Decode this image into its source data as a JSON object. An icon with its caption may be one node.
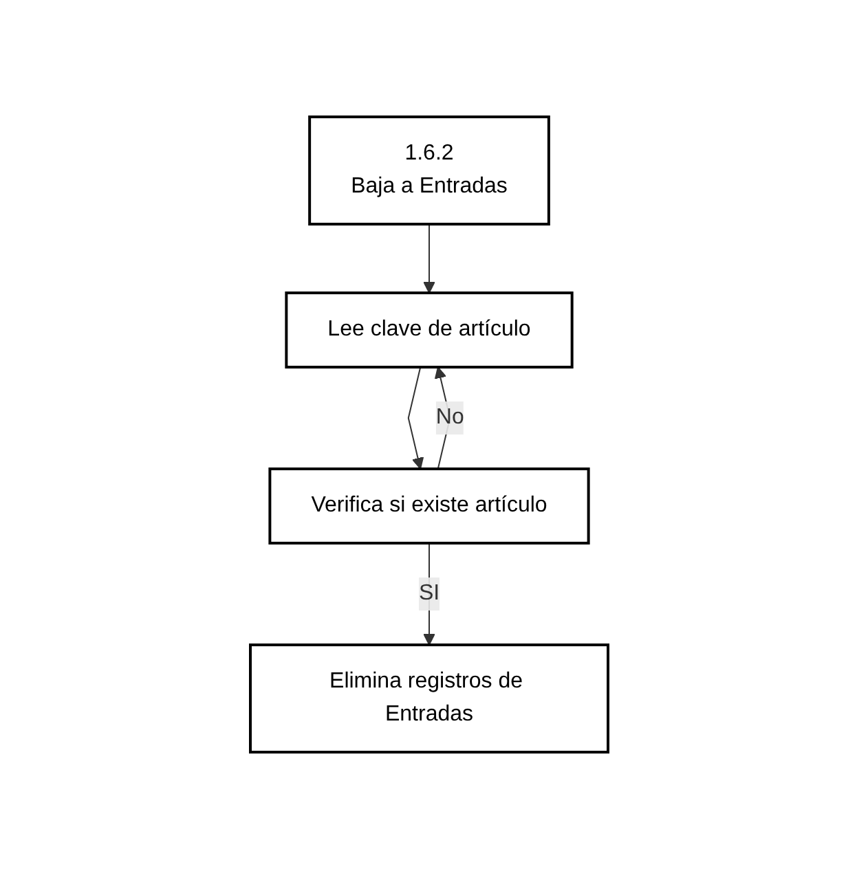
{
  "diagram": {
    "nodes": [
      {
        "text": [
          "1.6.2",
          "Baja a Entradas"
        ]
      },
      {
        "text": [
          "Lee clave de artículo"
        ]
      },
      {
        "text": [
          "Verifica si existe artículo"
        ]
      },
      {
        "text": [
          "Elimina registros de Entradas"
        ]
      }
    ],
    "edges": [
      {
        "from": 0,
        "to": 1,
        "arrow": "to"
      },
      {
        "from": 1,
        "to": 2,
        "arrow": "to"
      },
      {
        "from": 2,
        "to": 1,
        "arrow": "to",
        "label": "No"
      },
      {
        "from": 2,
        "to": 3,
        "arrow": "to",
        "label": "SI"
      }
    ]
  }
}
